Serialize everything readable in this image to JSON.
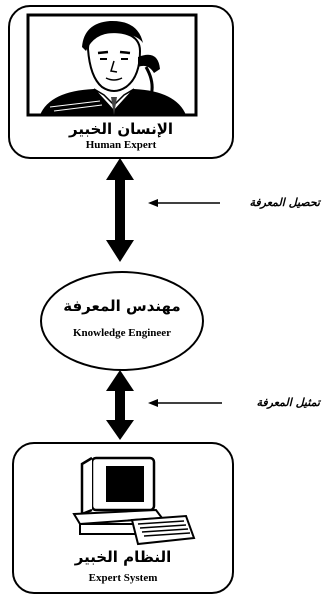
{
  "expert": {
    "ar": "الإنسان الخبير",
    "en": "Human Expert"
  },
  "engineer": {
    "ar": "مهندس المعرفة",
    "en": "Knowledge Engineer"
  },
  "system": {
    "ar": "النظام الخبير",
    "en": "Expert System"
  },
  "edges": {
    "acquisition": "تحصيل المعرفة",
    "representation": "تمثيل المعرفة"
  }
}
